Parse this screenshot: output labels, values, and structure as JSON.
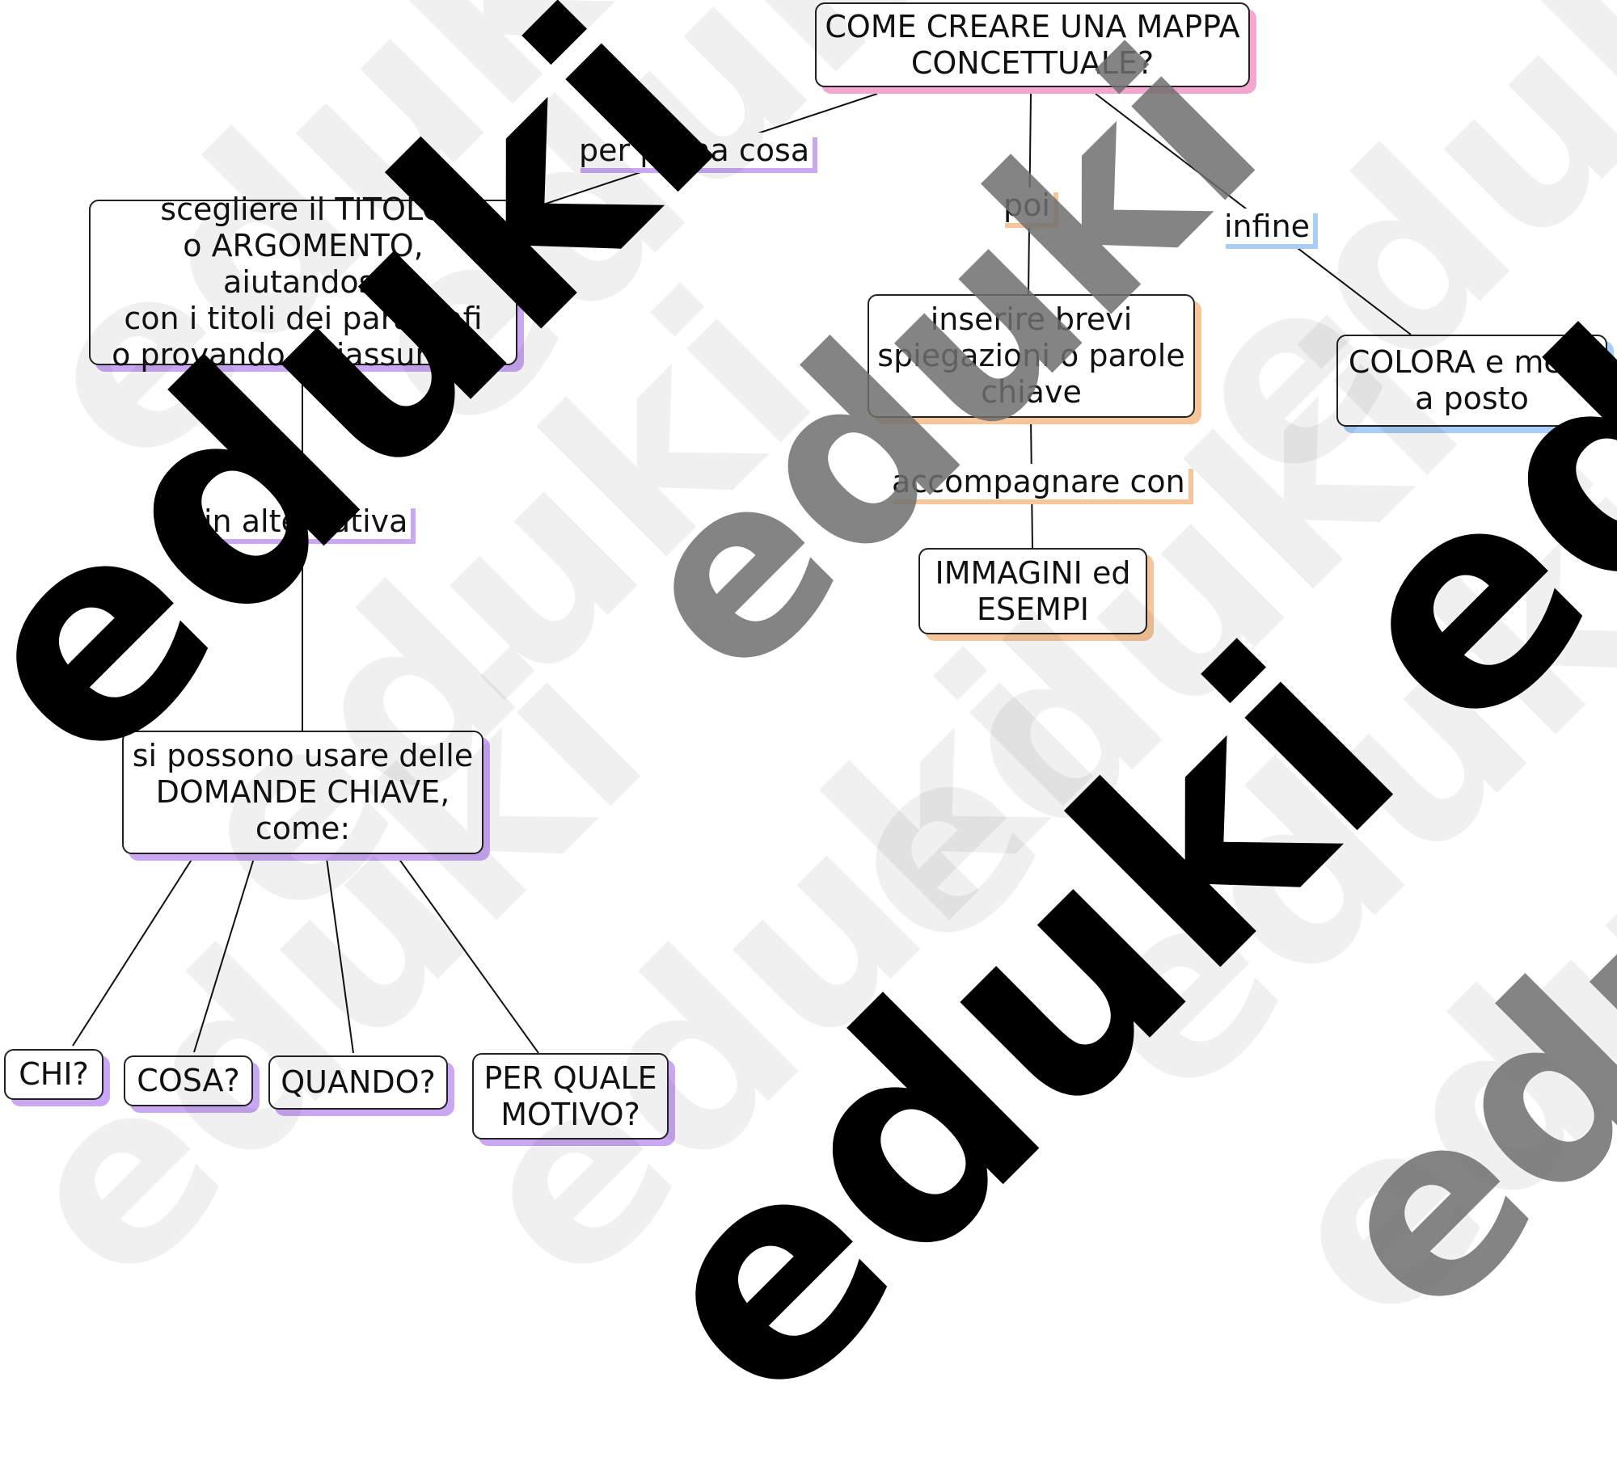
{
  "title": "COME CREARE UNA MAPPA CONCETTUALE?",
  "nodes": {
    "root": "COME CREARE UNA MAPPA\nCONCETTUALE?",
    "scegliere": "scegliere il TITOLO\no ARGOMENTO, aiutandosi\ncon i titoli dei paragrafi\no provando a riassumere",
    "inserire": "inserire brevi\nspiegazioni o parole\nchiave",
    "colora": "COLORA e metti\na posto",
    "immagini": "IMMAGINI ed\nESEMPI",
    "domande": "si possono usare delle\nDOMANDE CHIAVE,\ncome:",
    "chi": "CHI?",
    "cosa": "COSA?",
    "quando": "QUANDO?",
    "perquale": "PER QUALE\nMOTIVO?"
  },
  "edge_labels": {
    "per_prima_cosa": "per prima cosa",
    "poi": "poi",
    "infine": "infine",
    "in_alternativa": "in alternativa",
    "accompagnare_con": "accompagnare con"
  },
  "watermark": "eduki",
  "colors": {
    "pink": "#f3a7cf",
    "purple": "#c9a7f3",
    "orange": "#f6c69a",
    "blue": "#a8cdf6",
    "line": "#111111"
  }
}
